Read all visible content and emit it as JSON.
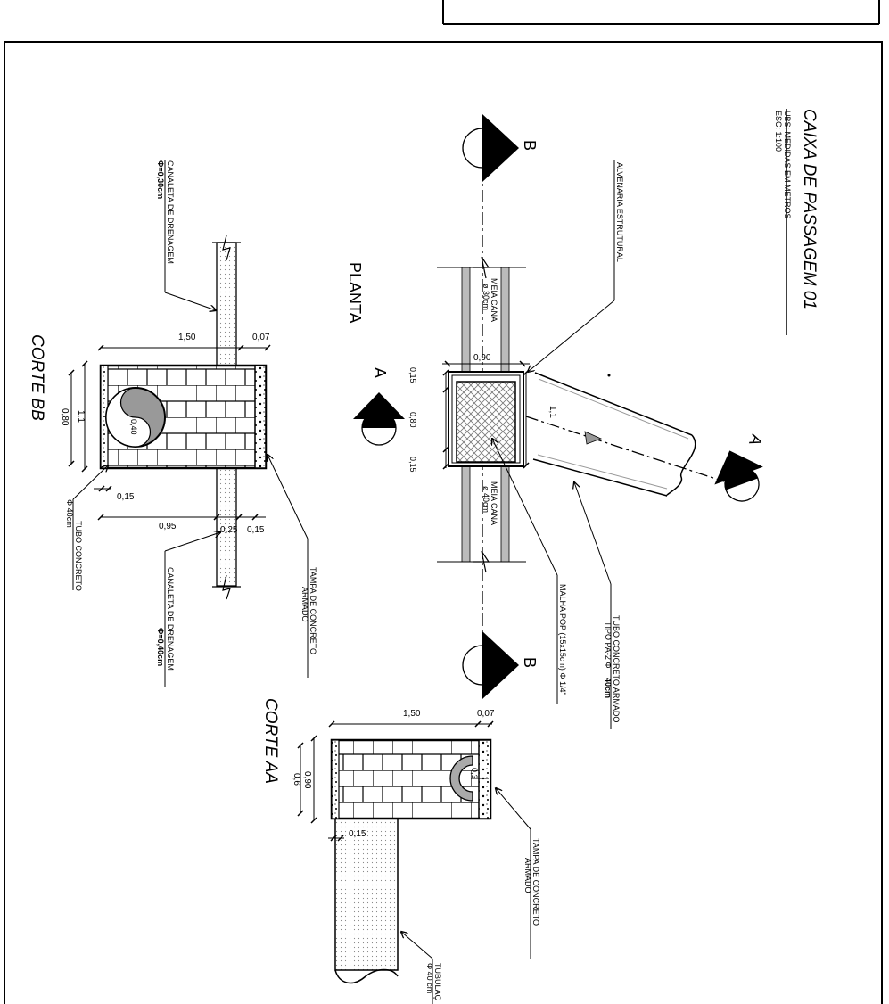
{
  "title": {
    "main": "CAIXA DE PASSAGEM  01",
    "sub1": "UBS: MEDIDAS EM METROS",
    "sub2": "ESC: 1:100"
  },
  "views": {
    "planta": "PLANTA",
    "corte_bb": "CORTE BB",
    "corte_aa": "CORTE AA"
  },
  "section_marks": {
    "b": "B",
    "a": "A"
  },
  "planta": {
    "alvenaria": "ALVENARIA ESTRUTURAL",
    "meia_cana_top": "MEIA CANA",
    "meia_cana_top_d": "ø 30cm",
    "meia_cana_bot": "MEIA CANA",
    "meia_cana_bot_d": "ø 40cm",
    "malha": "MALHA POP (15x15cm) Φ 1/4\"",
    "tubo1": "TUBO CONCRETO ARMADO",
    "tubo2": "TIPO PA-2  Φ",
    "tubo3": "40cm",
    "dim_090": "0,90",
    "dim_015a": "0,15",
    "dim_080": "0,80",
    "dim_015b": "0,15",
    "dim_11": "1,1"
  },
  "corte_bb": {
    "canaleta_top": "CANALETA DE DRENAGEM",
    "canaleta_top_d": "Φ=0,30cm",
    "canaleta_bot": "CANALETA DE DRENAGEM",
    "canaleta_bot_d": "Φ=0,40cm",
    "tubo": "TUBO CONCRETO",
    "tubo_d": "Φ 40cm",
    "tampa1": "TAMPA DE CONCRETO",
    "tampa2": "ARMADO",
    "dim_150": "1,50",
    "dim_007": "0,07",
    "dim_11": "1,1",
    "dim_080": "0,80",
    "dim_040": "0,40",
    "dim_015": "0,15",
    "dim_095": "0,95",
    "dim_025": "0,25",
    "dim_015b": "0,15"
  },
  "corte_aa": {
    "tampa1": "TAMPA DE CONCRETO",
    "tampa2": "ARMADO",
    "tubulacao": "TUBULAÇ",
    "tubulacao_d": "Φ 40 cm",
    "dim_150": "1,50",
    "dim_007": "0,07",
    "dim_090": "0,90",
    "dim_06": "0,6",
    "dim_03": "0,3",
    "dim_015": "0,15"
  }
}
